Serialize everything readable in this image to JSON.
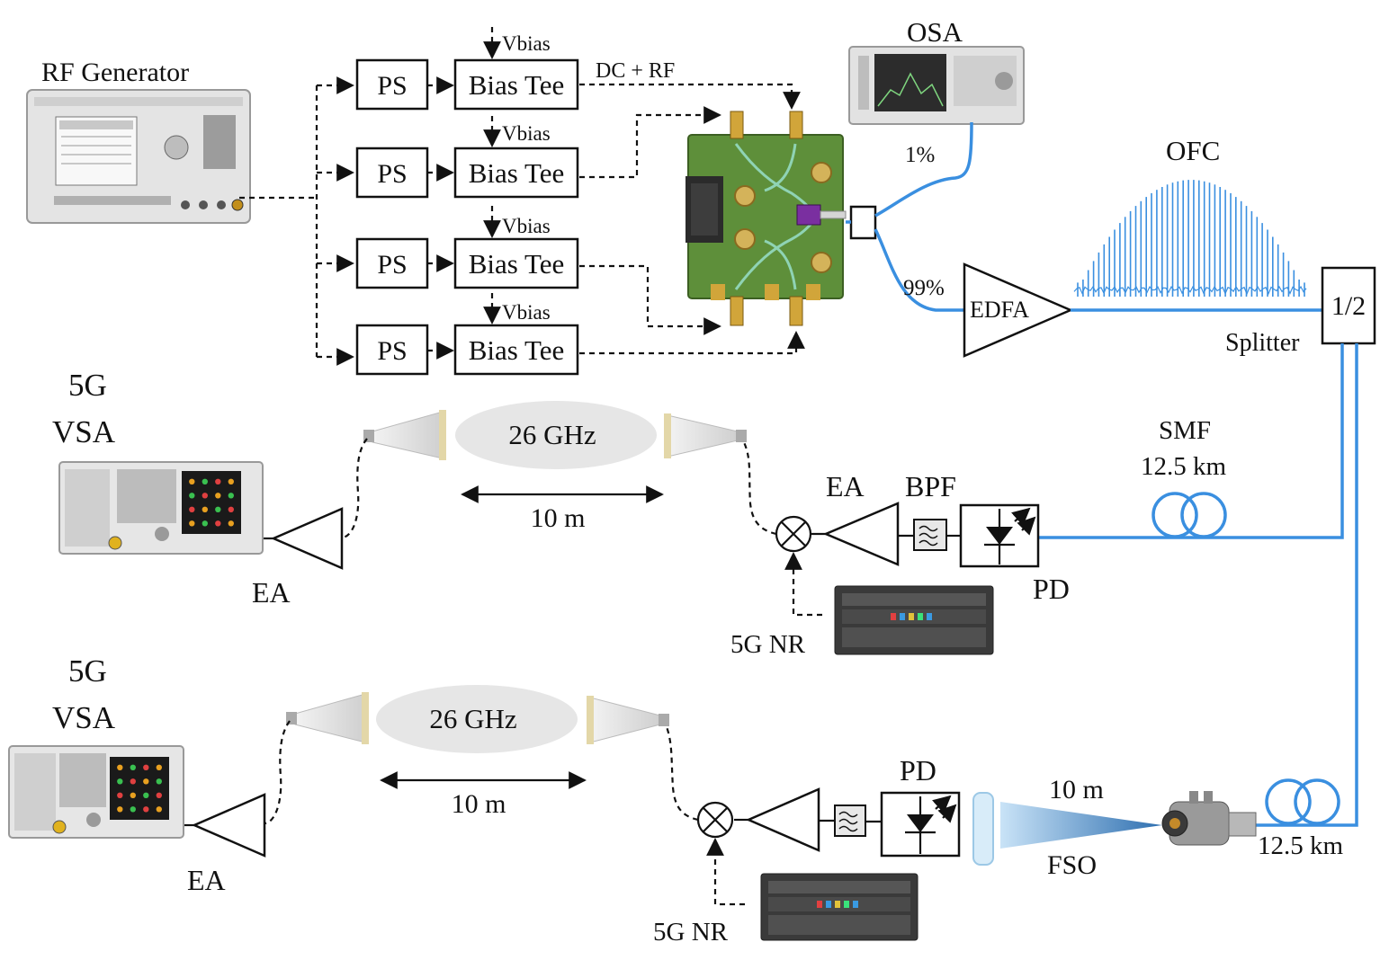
{
  "labels": {
    "rf_generator": "RF Generator",
    "ps": "PS",
    "bias_tee": "Bias Tee",
    "vbias": "Vbias",
    "dc_rf": "DC + RF",
    "osa": "OSA",
    "one_percent": "1%",
    "ninety_nine_percent": "99%",
    "ofc": "OFC",
    "edfa": "EDFA",
    "splitter_ratio": "1/2",
    "splitter": "Splitter",
    "smf": "SMF",
    "smf_length": "12.5 km",
    "fiber_length_bottom": "12.5 km",
    "fso_distance": "10 m",
    "fso": "FSO",
    "five_g": "5G",
    "vsa": "VSA",
    "freq": "26 GHz",
    "distance": "10 m",
    "ea": "EA",
    "bpf": "BPF",
    "pd": "PD",
    "five_g_nr": "5G NR"
  },
  "colors": {
    "fiber": "#3a8fe0",
    "pcb": "#5e8f3a",
    "ellipse": "#e6e6e6"
  }
}
